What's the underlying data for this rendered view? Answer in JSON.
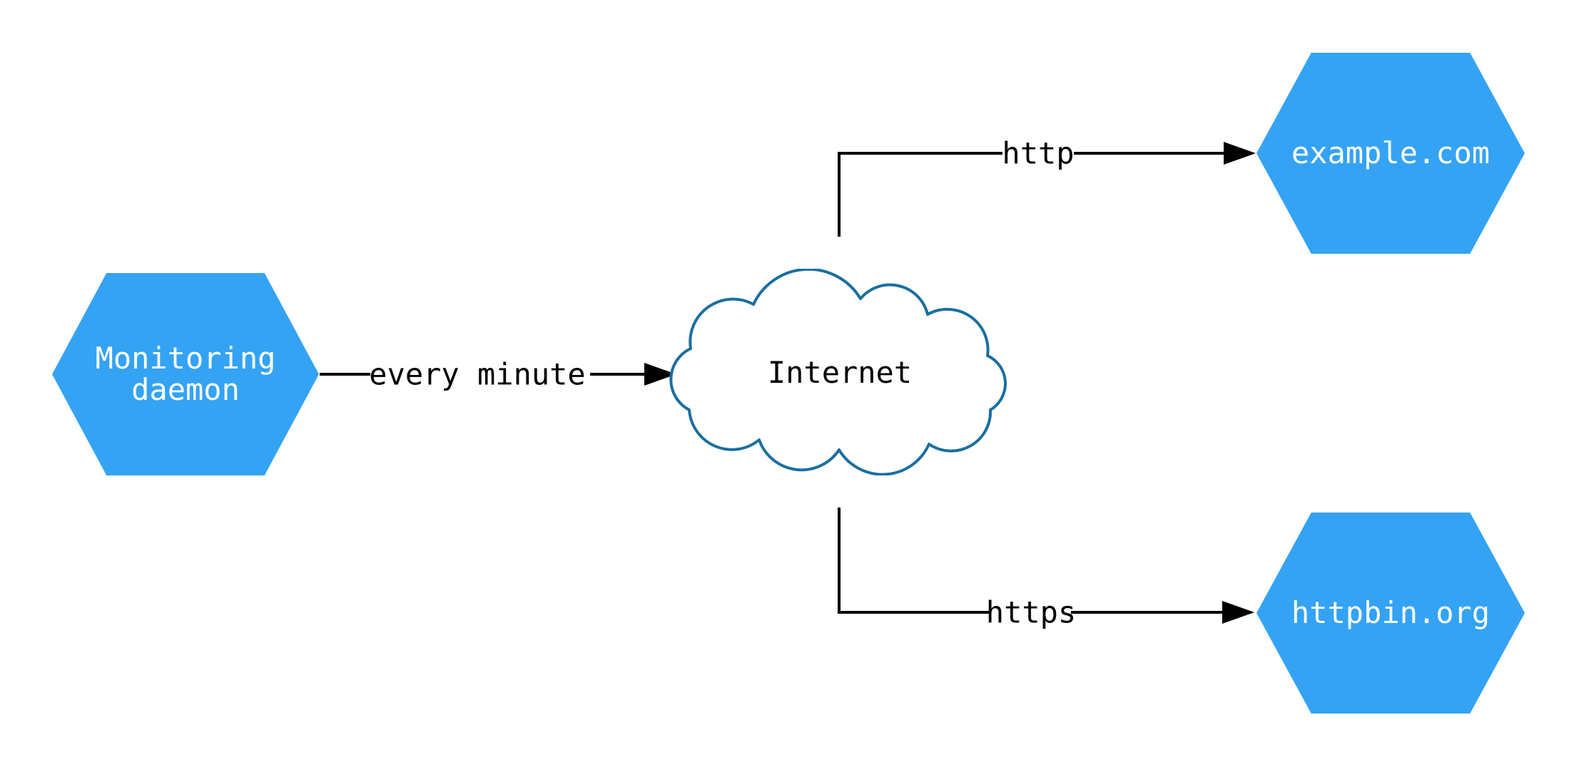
{
  "diagram_type": "network-flow-diagram",
  "colors": {
    "node_fill": "#34a3f4",
    "node_text": "#ffffff",
    "cloud_stroke": "#1a6f9e",
    "edge_color": "#000000"
  },
  "nodes": {
    "monitoring_daemon": {
      "shape": "hexagon",
      "lines": [
        "Monitoring",
        "daemon"
      ]
    },
    "internet": {
      "shape": "cloud",
      "label": "Internet"
    },
    "example_com": {
      "shape": "hexagon",
      "label": "example.com"
    },
    "httpbin_org": {
      "shape": "hexagon",
      "label": "httpbin.org"
    }
  },
  "edges": {
    "every_minute": {
      "label": "every minute",
      "from": "monitoring_daemon",
      "to": "internet"
    },
    "http": {
      "label": "http",
      "from": "internet",
      "to": "example_com"
    },
    "https": {
      "label": "https",
      "from": "internet",
      "to": "httpbin_org"
    }
  }
}
